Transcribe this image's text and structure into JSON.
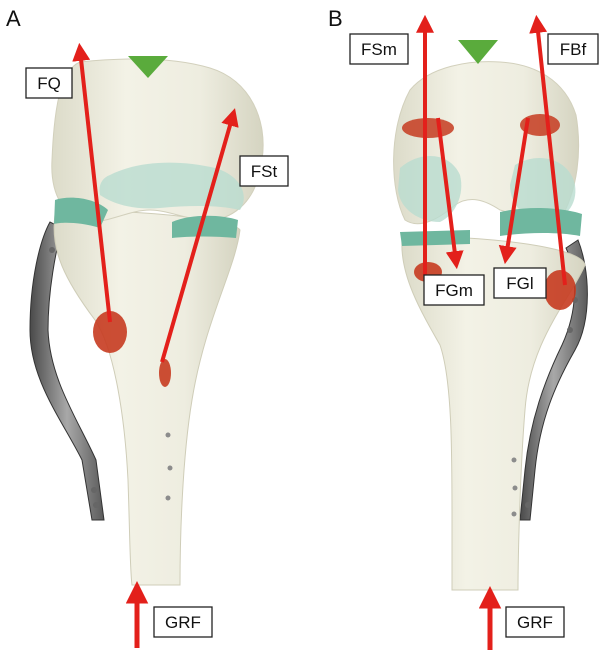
{
  "panels": [
    {
      "letter": "A",
      "forces": {
        "quadriceps": "FQ",
        "semitendinosus": "FSt",
        "ground_reaction": "GRF"
      }
    },
    {
      "letter": "B",
      "forces": {
        "semimembranosus": "FSm",
        "biceps_femoris": "FBf",
        "gastrocnemius_medial": "FGm",
        "gastrocnemius_lateral": "FGl",
        "ground_reaction": "GRF"
      }
    }
  ],
  "colors": {
    "force_arrow": "#e3201b",
    "bone": "#efeee0",
    "cartilage": "#7fbfa8",
    "muscle_attachment": "#c63b20",
    "implant_plate": "#7a7a7a",
    "load_marker": "#5aab3c",
    "label_border": "#222222"
  }
}
